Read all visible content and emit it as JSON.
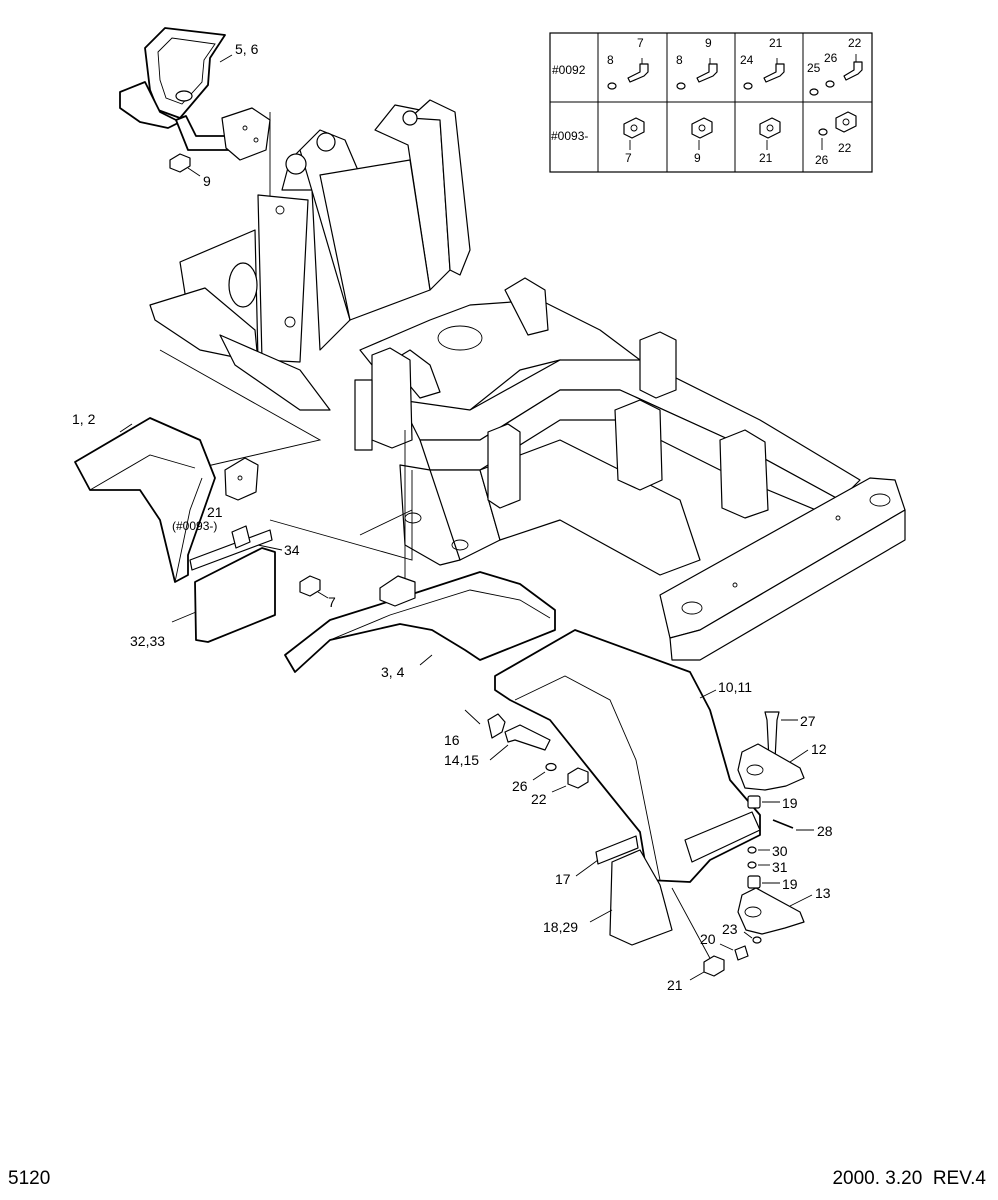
{
  "serial_table": {
    "rows": [
      {
        "prefix": "#0092",
        "cells": [
          [
            "8",
            "7"
          ],
          [
            "8",
            "9"
          ],
          [
            "24",
            "21"
          ],
          [
            "25",
            "26",
            "22"
          ]
        ]
      },
      {
        "prefix": "#0093-",
        "cells": [
          [
            "7"
          ],
          [
            "9"
          ],
          [
            "21"
          ],
          [
            "26",
            "22"
          ]
        ]
      }
    ]
  },
  "callouts": {
    "c5_6": "5, 6",
    "c9a": "9",
    "c1_2": "1, 2",
    "c21a": "21",
    "c0093": "(#0093-)",
    "c34": "34",
    "c7": "7",
    "c32_33": "32,33",
    "c3_4": "3, 4",
    "c10_11": "10,11",
    "c27": "27",
    "c12": "12",
    "c16": "16",
    "c14_15": "14,15",
    "c26": "26",
    "c22": "22",
    "c19a": "19",
    "c28": "28",
    "c30": "30",
    "c31": "31",
    "c17": "17",
    "c19b": "19",
    "c13": "13",
    "c18_29": "18,29",
    "c23": "23",
    "c20": "20",
    "c21b": "21"
  },
  "footer": {
    "page_number": "5120",
    "revision": "2000. 3.20  REV.4"
  }
}
